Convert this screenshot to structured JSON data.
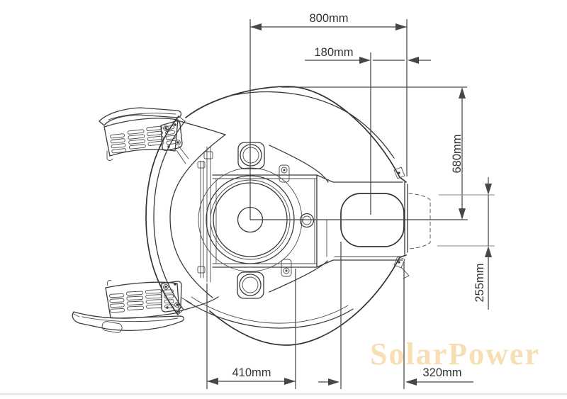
{
  "drawing": {
    "kind": "dimensioned top-view line drawing",
    "units": "mm"
  },
  "dimensions": {
    "overall_width": {
      "label": "800mm",
      "orientation": "horizontal"
    },
    "mount_center_offset": {
      "label": "180mm",
      "orientation": "horizontal"
    },
    "body_length": {
      "label": "680mm",
      "orientation": "vertical"
    },
    "socket_height": {
      "label": "255mm",
      "orientation": "vertical"
    },
    "front_section_width": {
      "label": "410mm",
      "orientation": "horizontal"
    },
    "rear_section_width": {
      "label": "320mm",
      "orientation": "horizontal"
    }
  },
  "watermark": {
    "text": "SolarPower",
    "color": "#f8ddb0"
  },
  "colors": {
    "line": "#3a3a3a",
    "dimension": "#474747",
    "extension_light": "#9aa0a3",
    "background": "#ffffff",
    "page_edge": "#e3e6e8"
  }
}
